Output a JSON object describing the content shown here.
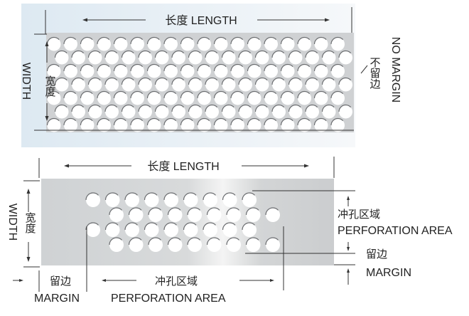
{
  "top_diagram": {
    "length_label": "长度 LENGTH",
    "width_label_en": "WIDTH",
    "width_label_cn": "宽度",
    "no_margin_en": "NO MARGIN",
    "no_margin_cn": "不留边",
    "hole_columns": 18,
    "hole_rows": 7
  },
  "bottom_diagram": {
    "length_label": "长度 LENGTH",
    "width_label_en": "WIDTH",
    "width_label_cn": "宽度",
    "perforation_area_cn": "冲孔区域",
    "perforation_area_en": "PERFORATION AREA",
    "margin_cn": "留边",
    "margin_en": "MARGIN",
    "bottom_margin_cn": "留边",
    "bottom_margin_en": "MARGIN",
    "bottom_perforation_cn": "冲孔区域",
    "bottom_perforation_en": "PERFORATION AREA",
    "holes_per_row": 9,
    "hole_rows": 4
  },
  "colors": {
    "plate": "#d6d8da",
    "background_tint": "#e6eef4",
    "line": "#333333"
  }
}
